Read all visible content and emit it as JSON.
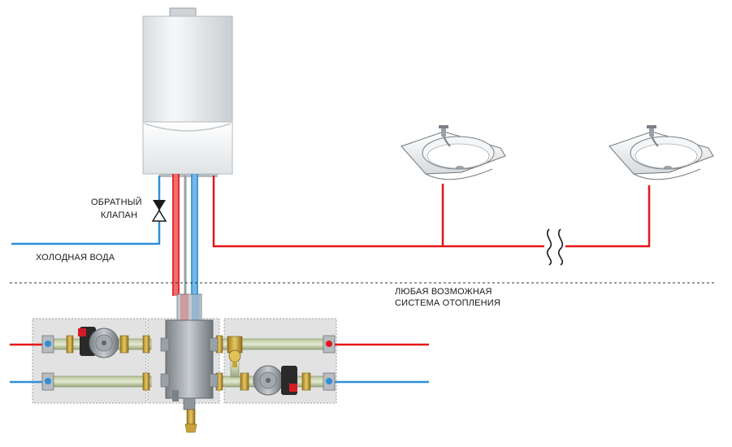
{
  "labels": {
    "check_valve_line1": "ОБРАТНЫЙ",
    "check_valve_line2": "КЛАПАН",
    "cold_water": "ХОЛОДНАЯ ВОДА",
    "heating_line1": "ЛЮБАЯ ВОЗМОЖНАЯ",
    "heating_line2": "СИСТЕМА ОТОПЛЕНИЯ"
  },
  "colors": {
    "hot_pipe": "#e3161b",
    "cold_pipe": "#2f8fd8",
    "boiler_body": "#eceff1",
    "manifold_panel": "#e2e2e2",
    "brass": "#c9a23a",
    "pump_grey": "#8e959b"
  },
  "icons": [
    "gas-boiler-icon",
    "washbasin-icon",
    "check-valve-icon",
    "circulation-pump-icon",
    "hydraulic-separator-icon",
    "pipe-break-icon"
  ]
}
